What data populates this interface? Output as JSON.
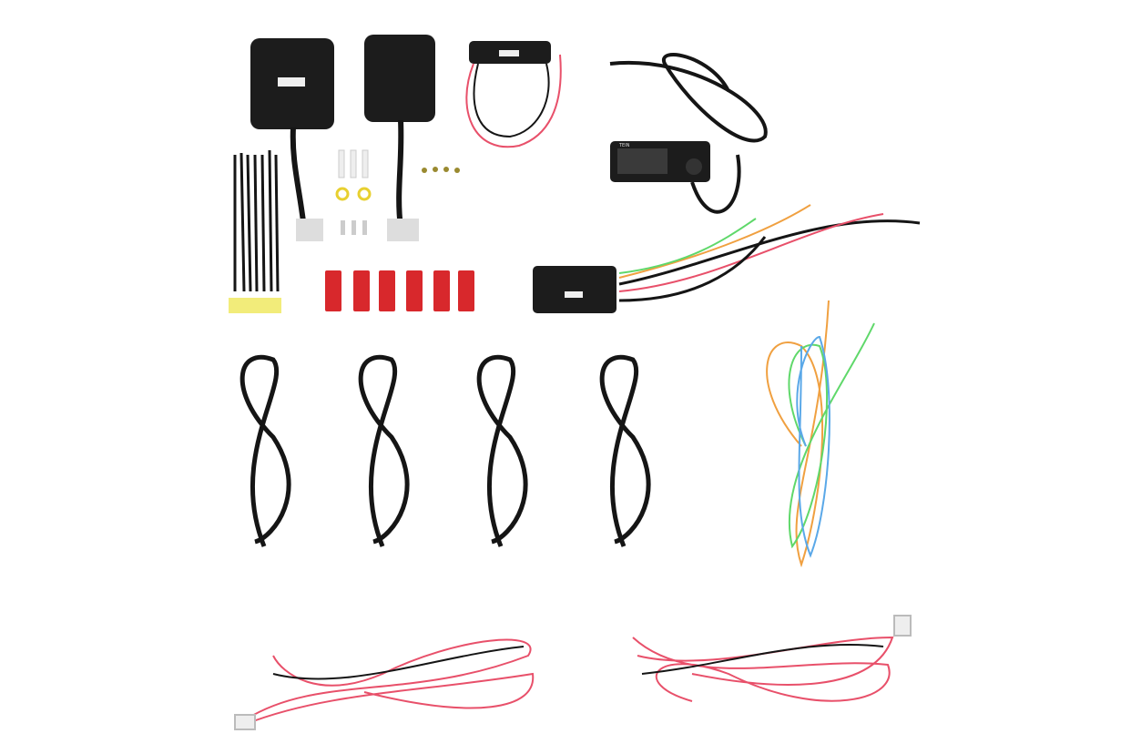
{
  "photo": {
    "brand_logo": "TEIN",
    "colors": {
      "background": "#ffffff",
      "module_black": "#1c1c1c",
      "cable_black": "#151515",
      "wire_red": "#e8506a",
      "wire_orange": "#f0a040",
      "wire_green": "#5fd86a",
      "wire_blue": "#5aa8e8",
      "clip_red": "#d8282c",
      "terminal_yellow": "#e8d030",
      "pad_yellow": "#f2ec7a"
    },
    "items": [
      "actuator-module",
      "actuator-module",
      "power-relay",
      "display-controller",
      "control-unit",
      "zip-ties",
      "connectors",
      "wire-clips",
      "extension-cable",
      "extension-cable",
      "extension-cable",
      "extension-cable",
      "signal-wires",
      "power-harness",
      "power-harness"
    ]
  }
}
